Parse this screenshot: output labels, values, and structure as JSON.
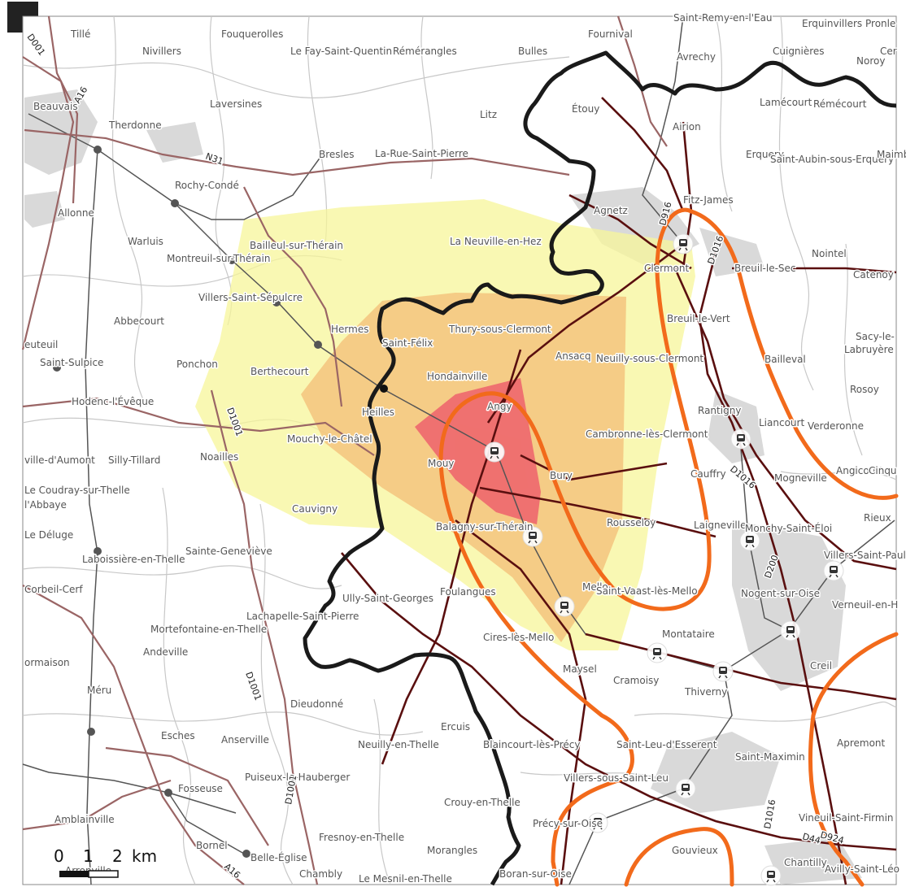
{
  "map": {
    "colors": {
      "background": "#ffffff",
      "urban": "#d9d9d9",
      "commune_border": "#c8c8c8",
      "zone_outer": "#f7f59a",
      "zone_middle": "#f4c07a",
      "zone_inner": "#ee5a6a",
      "boundary": "#1a1a1a",
      "isochrone": "#f26a1b",
      "main_road": "#5a0f0f",
      "secondary_road": "#9a6565",
      "railway": "#555555"
    },
    "place_labels": [
      "Tillé",
      "Fouquerolles",
      "Nivillers",
      "Le Fay-Saint-Quentin",
      "Rémérangles",
      "Bulles",
      "Fournival",
      "Saint-Remy-en-l'Eau",
      "Erquinvillers",
      "Pronle",
      "Avrechy",
      "Cuignières",
      "Cer",
      "Noroy",
      "Beauvais",
      "Therdonne",
      "Laversines",
      "Litz",
      "Étouy",
      "Airion",
      "Lamécourt",
      "Rémécourt",
      "Bresles",
      "La-Rue-Saint-Pierre",
      "Erquery",
      "Saint-Aubin-sous-Erquery",
      "Maimbev",
      "Rochy-Condé",
      "Allonne",
      "Warluis",
      "Agnetz",
      "Fitz-James",
      "Bailleul-sur-Thérain",
      "La Neuville-en-Hez",
      "Montreuil-sur-Thérain",
      "Clermont",
      "Breuil-le-Sec",
      "Nointel",
      "Catenoy",
      "Villers-Saint-Sépulcre",
      "Abbecourt",
      "Hermes",
      "Thury-sous-Clermont",
      "Breuil-le-Vert",
      "Saint-Félix",
      "Ansacq",
      "Neuilly-sous-Clermont",
      "Sacy-le-",
      "Labruyère",
      "euteuil",
      "Saint-Sulpice",
      "Ponchon",
      "Berthecourt",
      "Hondainville",
      "Bailleval",
      "Rosoy",
      "Hodenc-l'Évêque",
      "Heilles",
      "Angy",
      "Rantigny",
      "Liancourt",
      "Verderonne",
      "Mouchy-le-Châtel",
      "Cambronne-lès-Clermont",
      "ville-d'Aumont",
      "Silly-Tillard",
      "Noailles",
      "Mouy",
      "Bury",
      "Cauffry",
      "Mogneville",
      "Angicourt",
      "Cinqu",
      "Le Coudray-sur-Thelle",
      "l'Abbaye",
      "Cauvigny",
      "Rieux",
      "Le Déluge",
      "Balagny-sur-Thérain",
      "Rousseloy",
      "Laigneville",
      "Monchy-Saint-Éloi",
      "Laboissière-en-Thelle",
      "Sainte-Geneviève",
      "Villers-Saint-Paul",
      "Corbeil-Cerf",
      "Mello",
      "Saint-Vaast-lès-Mello",
      "Foulangues",
      "Ully-Saint-Georges",
      "Nogent-sur-Oise",
      "Verneuil-en-H",
      "Lachapelle-Saint-Pierre",
      "Mortefontaine-en-Thelle",
      "Montataire",
      "Cires-lès-Mello",
      "Andeville",
      "ormaison",
      "Maysel",
      "Creil",
      "Cramoisy",
      "Thiverny",
      "Méru",
      "Dieudonné",
      "Esches",
      "Anserville",
      "Ercuis",
      "Neuilly-en-Thelle",
      "Blaincourt-lès-Précy",
      "Saint-Leu-d'Esserent",
      "Apremont",
      "Saint-Maximin",
      "Puiseux-le-Hauberger",
      "Fosseuse",
      "Villers-sous-Saint-Leu",
      "Crouy-en-Thelle",
      "Amblainville",
      "Précy-sur-Oise",
      "Vineuil-Saint-Firmin",
      "Fresnoy-en-Thelle",
      "Bornel",
      "Belle-Église",
      "Morangles",
      "Gouvieux",
      "Chantilly",
      "Avilly-Saint-Léo",
      "Arronville",
      "Chambly",
      "Le Mesnil-en-Thelle",
      "Boran-sur-Oise"
    ],
    "road_labels": [
      "D001",
      "A16",
      "N31",
      "D1001",
      "D1001",
      "D1001",
      "D916",
      "D1016",
      "D1016",
      "D200",
      "D1016",
      "D44",
      "D924",
      "A16"
    ],
    "scale_bar": {
      "labels": [
        "0",
        "1",
        "2"
      ],
      "unit": "km"
    }
  }
}
